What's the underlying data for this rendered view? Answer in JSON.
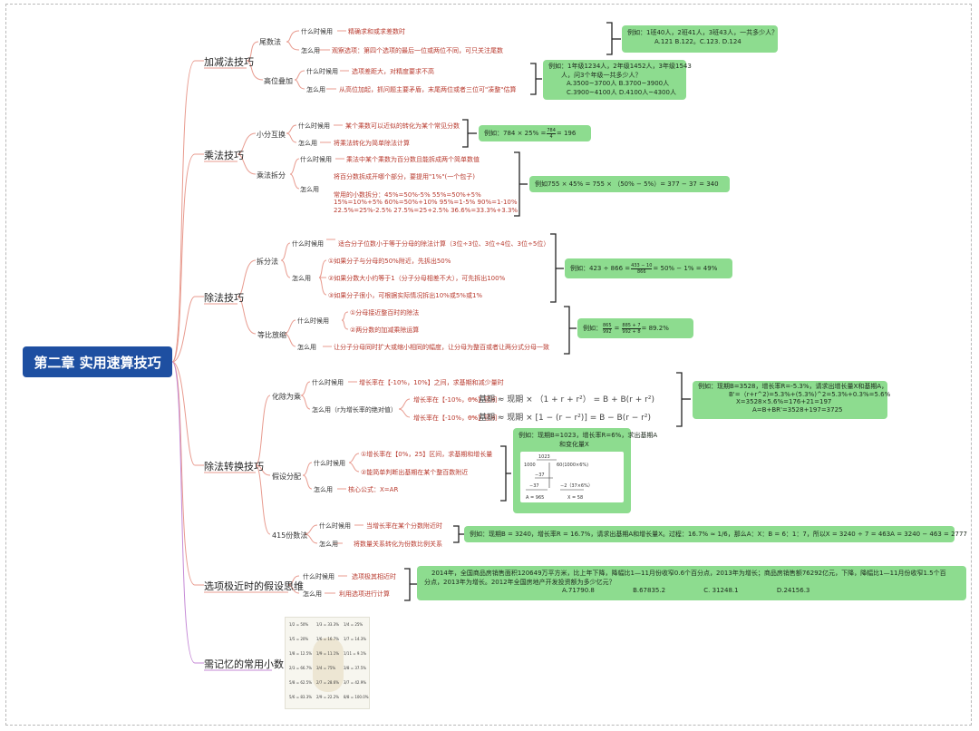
{
  "root": "第二章  实用速算技巧",
  "branches": [
    {
      "label": "加减法技巧",
      "subs": [
        {
          "label": "尾数法",
          "when_label": "什么时候用",
          "when": "精确求和或求差数时",
          "how_label": "怎么用",
          "how": "观察选项：第四个选项的最后一位或两位不同，可只关注尾数"
        },
        {
          "label": "高位叠加",
          "when_label": "什么时候用",
          "when": "选项差距大，对精度要求不高",
          "how_label": "怎么用",
          "how": "从高位加起，抓问题主要矛盾，末尾两位或者三位可\"凑整\"估算"
        }
      ]
    },
    {
      "label": "乘法技巧",
      "subs": [
        {
          "label": "小分互换",
          "when_label": "什么时候用",
          "when": "某个乘数可以近似的转化为某个常见分数",
          "how_label": "怎么用",
          "how": "将乘法转化为简单除法计算"
        },
        {
          "label": "乘法拆分",
          "when_label": "什么时候用",
          "when": "乘法中某个乘数为百分数且能拆成两个简单数值",
          "how_label": "怎么用",
          "how": "将百分数拆成开哪个部分，要提用\"1%\"(一个包子)",
          "notes": [
            "常用的小数拆分：45%=50%-5%     55%=50%+5%",
            "15%=10%+5%     60%=50%+10%     95%=1-5%   90%=1-10%",
            "22.5%=25%-2.5%     27.5%=25+2.5%     36.6%=33.3%+3.3%"
          ]
        }
      ]
    },
    {
      "label": "除法技巧",
      "subs": [
        {
          "label": "拆分法",
          "when_label": "什么时候用",
          "when": "适合分子位数小于等于分母的除法计算（3位÷3位、3位÷4位、3位÷5位）",
          "how_label": "怎么用",
          "steps": [
            "①如果分子与分母的50%附近，先拆出50%",
            "②如果分数大小约等于1（分子分母相差不大），可先拆出100%",
            "③如果分子很小，可根据实际情况拆出10%或5%或1%"
          ]
        },
        {
          "label": "等比放缩",
          "when_label": "什么时候用",
          "steps": [
            "①分母接近整百时的除法",
            "②两分数的加减乘除运算"
          ],
          "how_label": "怎么用",
          "how": "让分子分母同时扩大或缩小相同的幅度，让分母为整百或者让两分式分母一致"
        }
      ]
    },
    {
      "label": "除法转换技巧",
      "subs": [
        {
          "label": "化除为乘",
          "when_label": "什么时候用",
          "when": "增长率在【-10%，10%】之间，求基期和减少量时",
          "how_label": "怎么用（r为增长率的绝对值）",
          "rows": [
            {
              "range": "增长率在【-10%，0%】区间",
              "formula": "基期 ≈ 现期 × （1 + r + r²） = B + B(r + r²)"
            },
            {
              "range": "增长率在【-10%，0%】区间",
              "formula": "基期 ≈ 现期 × [1 − (r − r²)] = B − B(r − r²)"
            }
          ]
        },
        {
          "label": "假设分配",
          "when_label": "什么时候用",
          "steps": [
            "①增长率在【0%，25】区间，求基期和增长量",
            "②能简单判断出基期在某个整百数附近"
          ],
          "how_label": "怎么用",
          "how": "核心公式：X=AR"
        },
        {
          "label": "415份数法",
          "when_label": "什么时候用",
          "when": "当增长率在某个分数附近时",
          "how_label": "怎么用",
          "how": "将数量关系转化为份数比例关系"
        }
      ]
    },
    {
      "label": "选项极近时的假设思维",
      "subs": [
        {
          "when_label": "什么时候用",
          "when": "选项极其相近时",
          "how_label": "怎么用",
          "how": "利用选项进行计算"
        }
      ]
    },
    {
      "label": "需记忆的常用小数",
      "subs": []
    }
  ],
  "examples": {
    "tail": [
      "例如：1班40人，2班41人，3班43人，一共多少人？",
      "A.121  B.122。C.123. D.124"
    ],
    "high": [
      "例如：1年级1234人，2年级1452人，3年级1543",
      "人，问3个年级一共多少人？",
      "A.3500~3700人   B.3700~3900人",
      "C.3900~4100人  D.4100人~4300人"
    ],
    "frac_swap": {
      "text": "例如：784 × 25% =",
      "num": "784",
      "den": "4",
      "result": "= 196"
    },
    "mult_split": "例如755 × 45% = 755 × （50% − 5%）= 377 − 37 = 340",
    "div_split": {
      "text": "例如：423 ÷ 866 =",
      "num": "433 − 10",
      "den": "866",
      "result": "= 50% − 1% = 49%"
    },
    "scale": {
      "text": "例如：",
      "num1": "865",
      "den1": "992",
      "num2": "885 + 7",
      "den2": "992 + 8",
      "result": "= 89.2%"
    },
    "base": [
      "例如：现期B=3528，增长率R=-5.3%，请求出增长量X和基期A，",
      "B'=（r+r^2)=5.3%+(5.3%)^2=5.3%+0.3%=5.6%",
      "X=3528×5.6%=176+21=197",
      "A=B+BR'=3528+197=3725"
    ],
    "assume": [
      "例如：现期B=1023，增长率R=6%，求出基期A",
      "和变化量X"
    ],
    "hand": [
      "1023",
      "1000",
      "60(1000×6%)",
      "−37",
      "−37",
      "−2（37×6%）",
      "A = 965",
      "X = 58"
    ],
    "share": "例如：现期B = 3240，增长率R = 16.7%，请求出基期A和增长量X。过程：16.7% ≈ 1/6，那么A：X：B = 6：1：7，所以X = 3240 ÷ 7 = 463A = 3240 − 463 = 2777",
    "near": [
      "2014年，全国商品房销售面积120649万平方米，比上年下降，降幅比1—11月份收窄0.6个百分点，2013年为增长；商品房销售额76292亿元，下降，降幅比1—11月份收窄1.5个百",
      "分点，2013年为增长。2012年全国房地产开发投资额为多少亿元？"
    ],
    "near_options": [
      "A.71790.8",
      "B.67835.2",
      "C. 31248.1",
      "D.24156.3"
    ]
  },
  "decimals": [
    [
      "1/2 = 50%",
      "1/3 = 33.3%",
      "1/4 = 25%"
    ],
    [
      "1/5 = 20%",
      "1/6 = 16.7%",
      "1/7 = 14.3%"
    ],
    [
      "1/8 = 12.5%",
      "1/9 = 11.1%",
      "1/11 = 9.1%"
    ],
    [
      "2/3 = 66.7%",
      "3/4 = 75%",
      "3/8 = 37.5%"
    ],
    [
      "5/8 = 62.5%",
      "2/7 = 28.6%",
      "3/7 = 42.9%"
    ],
    [
      "5/6 = 83.3%",
      "2/9 = 22.2%",
      "8/8 = 100.0%"
    ]
  ],
  "colors": {
    "root": "#1e4fa1",
    "branch_line": "#e89b8f",
    "purple_line": "#c58ad6",
    "example_box": "#8ddc8f",
    "bracket": "#222222"
  }
}
